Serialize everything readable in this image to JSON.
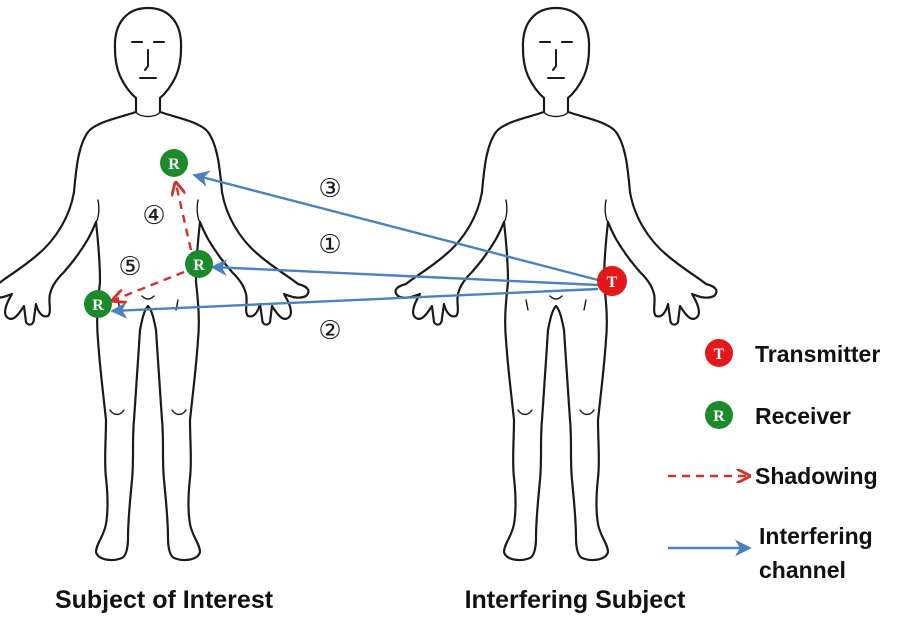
{
  "figure": {
    "left_caption": "Subject of Interest",
    "right_caption": "Interfering Subject"
  },
  "nodes": {
    "transmitter_letter": "T",
    "receiver_letter": "R",
    "transmitter_color": "#e4171b",
    "receiver_color": "#1b8a2b"
  },
  "channels": {
    "c1": "①",
    "c2": "②",
    "c3": "③",
    "c4": "④",
    "c5": "⑤"
  },
  "legend": {
    "transmitter": "Transmitter",
    "receiver": "Receiver",
    "shadowing": "Shadowing",
    "interfering_line1": "Interfering",
    "interfering_line2": "channel"
  },
  "colors": {
    "interfering": "#4a82bf",
    "shadowing": "#d4312a"
  }
}
